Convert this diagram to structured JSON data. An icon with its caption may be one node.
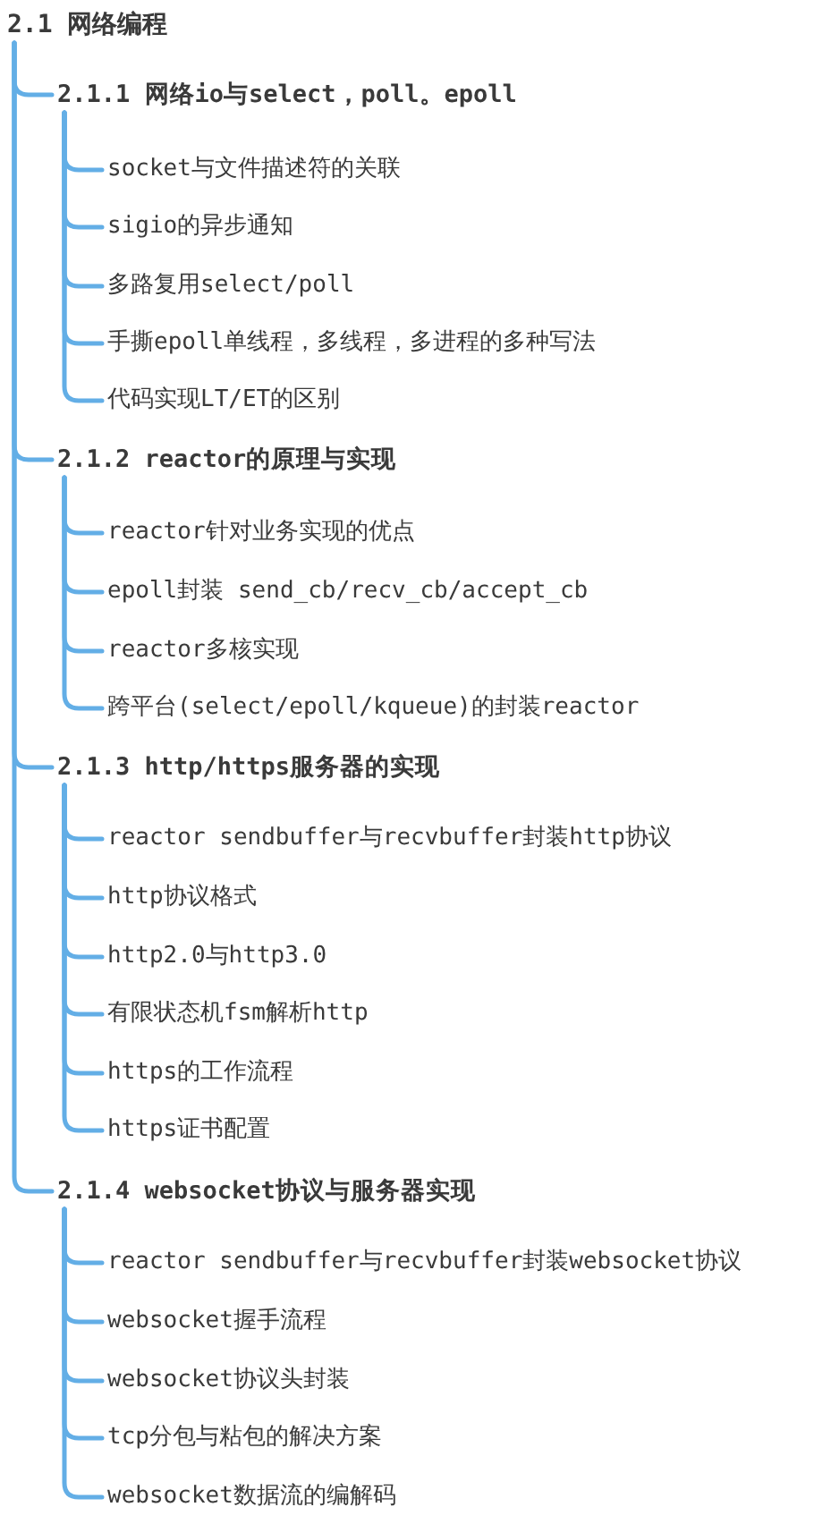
{
  "diagram": {
    "nodes": [
      {
        "text": [
          "2.1 网络编程"
        ]
      },
      {
        "text": [
          "2.1.1 网络io与select，poll。epoll"
        ]
      },
      {
        "text": [
          "socket与文件描述符的关联"
        ]
      },
      {
        "text": [
          "sigio的异步通知"
        ]
      },
      {
        "text": [
          "多路复用select/poll"
        ]
      },
      {
        "text": [
          "手撕epoll单线程，多线程，多进程的多种写法"
        ]
      },
      {
        "text": [
          "代码实现LT/ET的区别"
        ]
      },
      {
        "text": [
          "2.1.2 reactor的原理与实现"
        ]
      },
      {
        "text": [
          "reactor针对业务实现的优点"
        ]
      },
      {
        "text": [
          "epoll封装 send_cb/recv_cb/accept_cb"
        ]
      },
      {
        "text": [
          "reactor多核实现"
        ]
      },
      {
        "text": [
          "跨平台(select/epoll/kqueue)的封装reactor"
        ]
      },
      {
        "text": [
          "2.1.3 http/https服务器的实现"
        ]
      },
      {
        "text": [
          "reactor sendbuffer与recvbuffer封装http协议"
        ]
      },
      {
        "text": [
          "http协议格式"
        ]
      },
      {
        "text": [
          "http2.0与http3.0"
        ]
      },
      {
        "text": [
          "有限状态机fsm解析http"
        ]
      },
      {
        "text": [
          "https的工作流程"
        ]
      },
      {
        "text": [
          "https证书配置"
        ]
      },
      {
        "text": [
          "2.1.4 websocket协议与服务器实现"
        ]
      },
      {
        "text": [
          "reactor sendbuffer与recvbuffer封装websocket协议"
        ]
      },
      {
        "text": [
          "websocket握手流程"
        ]
      },
      {
        "text": [
          "websocket协议头封装"
        ]
      },
      {
        "text": [
          "tcp分包与粘包的解决方案"
        ]
      },
      {
        "text": [
          "websocket数据流的编解码"
        ]
      }
    ],
    "edges": [
      {
        "from": 0,
        "to": 1,
        "arrow": "none"
      },
      {
        "from": 1,
        "to": 2,
        "arrow": "none"
      },
      {
        "from": 1,
        "to": 3,
        "arrow": "none"
      },
      {
        "from": 1,
        "to": 4,
        "arrow": "none"
      },
      {
        "from": 1,
        "to": 5,
        "arrow": "none"
      },
      {
        "from": 1,
        "to": 6,
        "arrow": "none"
      },
      {
        "from": 0,
        "to": 7,
        "arrow": "none"
      },
      {
        "from": 7,
        "to": 8,
        "arrow": "none"
      },
      {
        "from": 7,
        "to": 9,
        "arrow": "none"
      },
      {
        "from": 7,
        "to": 10,
        "arrow": "none"
      },
      {
        "from": 7,
        "to": 11,
        "arrow": "none"
      },
      {
        "from": 0,
        "to": 12,
        "arrow": "none"
      },
      {
        "from": 12,
        "to": 13,
        "arrow": "none"
      },
      {
        "from": 12,
        "to": 14,
        "arrow": "none"
      },
      {
        "from": 12,
        "to": 15,
        "arrow": "none"
      },
      {
        "from": 12,
        "to": 16,
        "arrow": "none"
      },
      {
        "from": 12,
        "to": 17,
        "arrow": "none"
      },
      {
        "from": 12,
        "to": 18,
        "arrow": "none"
      },
      {
        "from": 0,
        "to": 19,
        "arrow": "none"
      },
      {
        "from": 19,
        "to": 20,
        "arrow": "none"
      },
      {
        "from": 19,
        "to": 21,
        "arrow": "none"
      },
      {
        "from": 19,
        "to": 22,
        "arrow": "none"
      },
      {
        "from": 19,
        "to": 23,
        "arrow": "none"
      },
      {
        "from": 19,
        "to": 24,
        "arrow": "none"
      }
    ]
  }
}
